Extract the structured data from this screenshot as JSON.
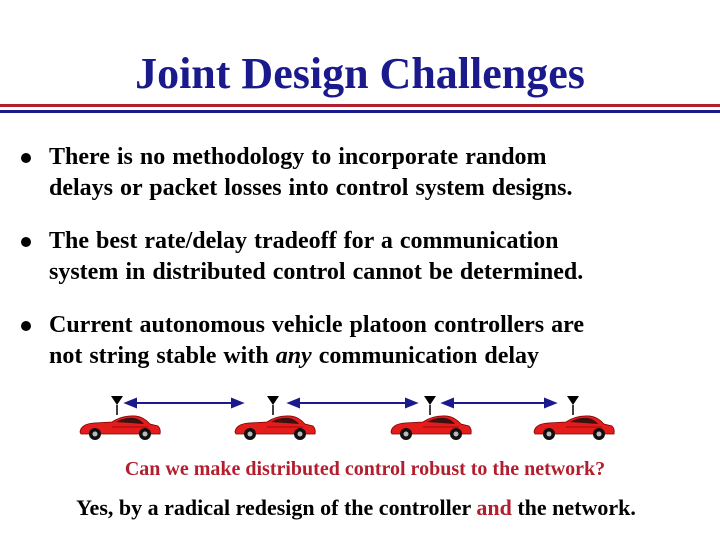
{
  "slide": {
    "title": "Joint Design Challenges",
    "bullets": [
      {
        "line1": "There is no methodology to incorporate random",
        "line2": "delays or packet losses into control system designs."
      },
      {
        "line1": "The best rate/delay tradeoff for a communication",
        "line2": "system in distributed control cannot be determined."
      },
      {
        "line1": "Current autonomous vehicle platoon controllers are",
        "line2_a": "not string stable with ",
        "line2_em": "any",
        "line2_b": " communication delay"
      }
    ],
    "question": "Can we make distributed control robust to the network?",
    "answer_a": "Yes, by a radical redesign of the controller ",
    "answer_and": "and",
    "answer_b": " the network.",
    "colors": {
      "title": "#1a1a8c",
      "accent_red": "#b21e2e",
      "car_body": "#e41c1c"
    }
  }
}
